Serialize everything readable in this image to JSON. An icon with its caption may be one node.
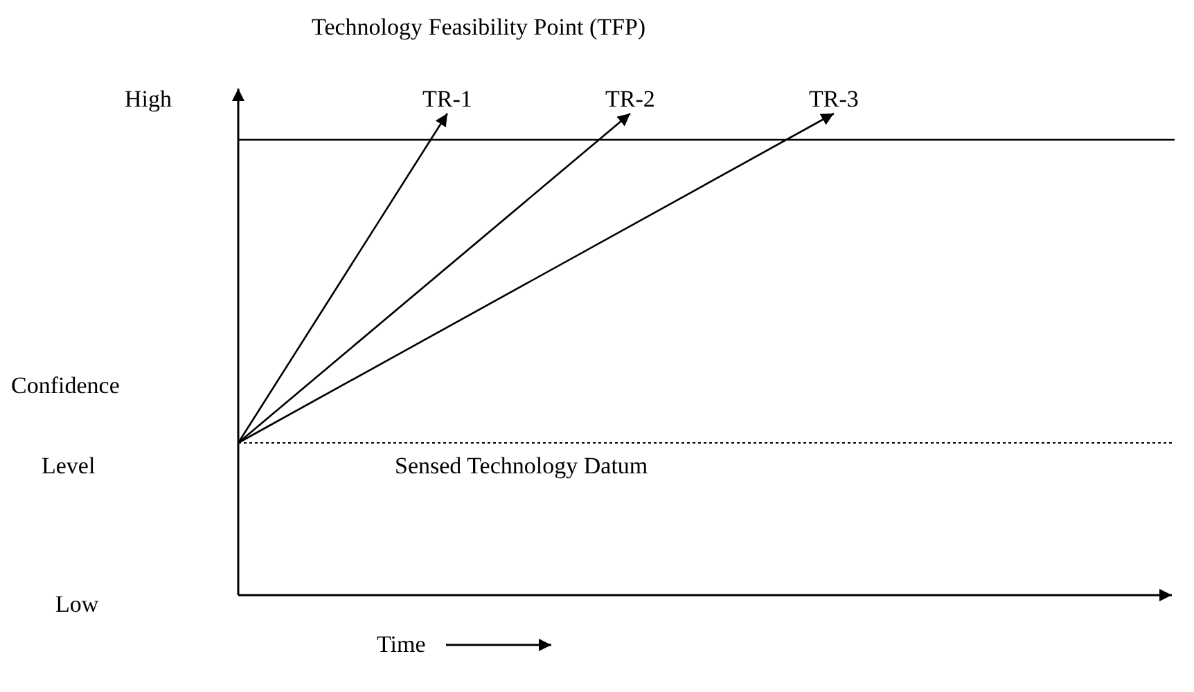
{
  "diagram": {
    "nodes": [
      {
        "text": [
          "TR-1"
        ]
      },
      {
        "text": [
          "TR-2"
        ]
      },
      {
        "text": [
          "TR-3"
        ]
      }
    ],
    "edges": [
      {
        "from": null,
        "to": 0,
        "arrow": "to"
      },
      {
        "from": null,
        "to": 1,
        "arrow": "to"
      },
      {
        "from": null,
        "to": 2,
        "arrow": "to"
      }
    ],
    "labels": [
      "Technology Feasibility Point (TFP)",
      "High",
      "Confidence",
      "Level",
      "Sensed Technology Datum",
      "Low",
      "Time"
    ]
  }
}
